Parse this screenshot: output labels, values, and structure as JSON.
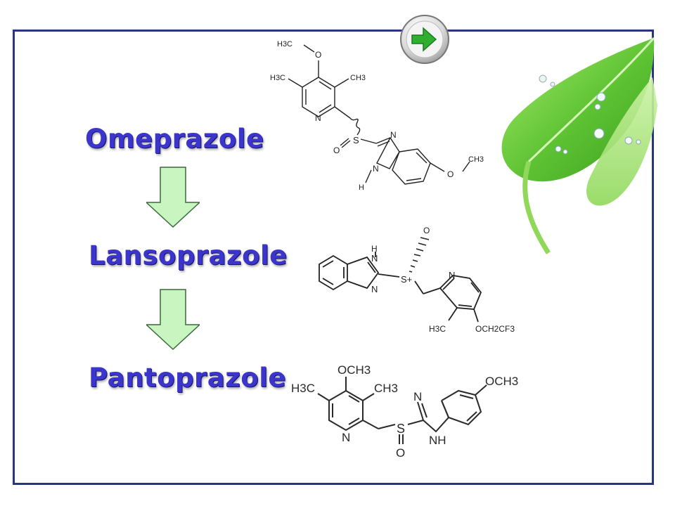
{
  "drugs": [
    {
      "name": "Omeprazole"
    },
    {
      "name": "Lansoprazole"
    },
    {
      "name": "Pantoprazole"
    }
  ],
  "omeprazole_structure": {
    "h3c_top": "H3C",
    "o_top": "O",
    "h3c_left": "H3C",
    "ch3_right": "CH3",
    "n_pyridine": "N",
    "s": "S",
    "o_sulfinyl": "O",
    "n_imid": "N",
    "nh": "N",
    "h": "H",
    "o_methoxy": "O",
    "ch3_methoxy": "CH3"
  },
  "lansoprazole_structure": {
    "h": "H",
    "n_top": "N",
    "n_bottom": "N",
    "s_plus": "S+",
    "o": "O",
    "n_pyridine": "N",
    "h3c": "H3C",
    "och2cf3": "OCH2CF3"
  },
  "pantoprazole_structure": {
    "och3_top": "OCH3",
    "h3c_left": "H3C",
    "ch3": "CH3",
    "n_pyridine": "N",
    "s": "S",
    "o": "O",
    "n_imid": "N",
    "nh": "NH",
    "och3_right": "OCH3"
  },
  "colors": {
    "frame": "#2a3580",
    "drug_text": "#3b35cc",
    "arrow_fill": "#c9f5c0",
    "arrow_stroke": "#3a6a3a",
    "leaf_green": "#5cc232",
    "button_arrow": "#2fae2f"
  },
  "icons": {
    "next_button": "green-arrow-right-icon",
    "flow_arrow": "arrow-down-icon",
    "leaf": "leaf-decoration"
  }
}
